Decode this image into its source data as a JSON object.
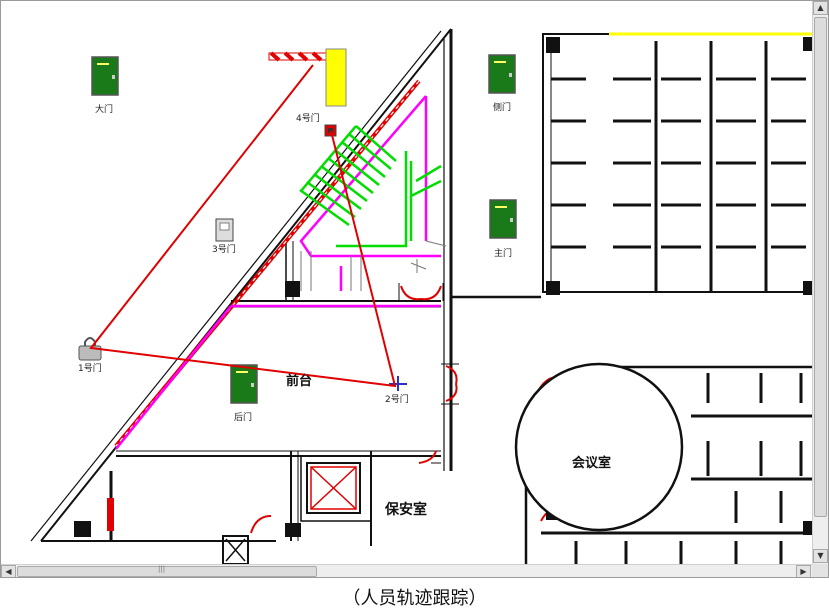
{
  "caption": "（人员轨迹跟踪）",
  "labels": {
    "main_gate": "大门",
    "side_door": "侧门",
    "front_door": "主门",
    "back_door": "后门",
    "door1": "1号门",
    "door2": "2号门",
    "door3": "3号门",
    "door4": "4号门",
    "front_desk": "前台",
    "meeting_room": "会议室",
    "security_room": "保安室"
  },
  "colors": {
    "wall": "#111111",
    "track": "#e00000",
    "stairs": "#00dd00",
    "magenta": "#ff00ff",
    "door_green": "#1a7a1a",
    "gate_yellow": "#ffff00"
  },
  "icons": {
    "door_icon": "door-icon",
    "lock_icon": "padlock-icon",
    "barrier_icon": "barrier-gate-icon",
    "reader_icon": "card-reader-icon"
  }
}
